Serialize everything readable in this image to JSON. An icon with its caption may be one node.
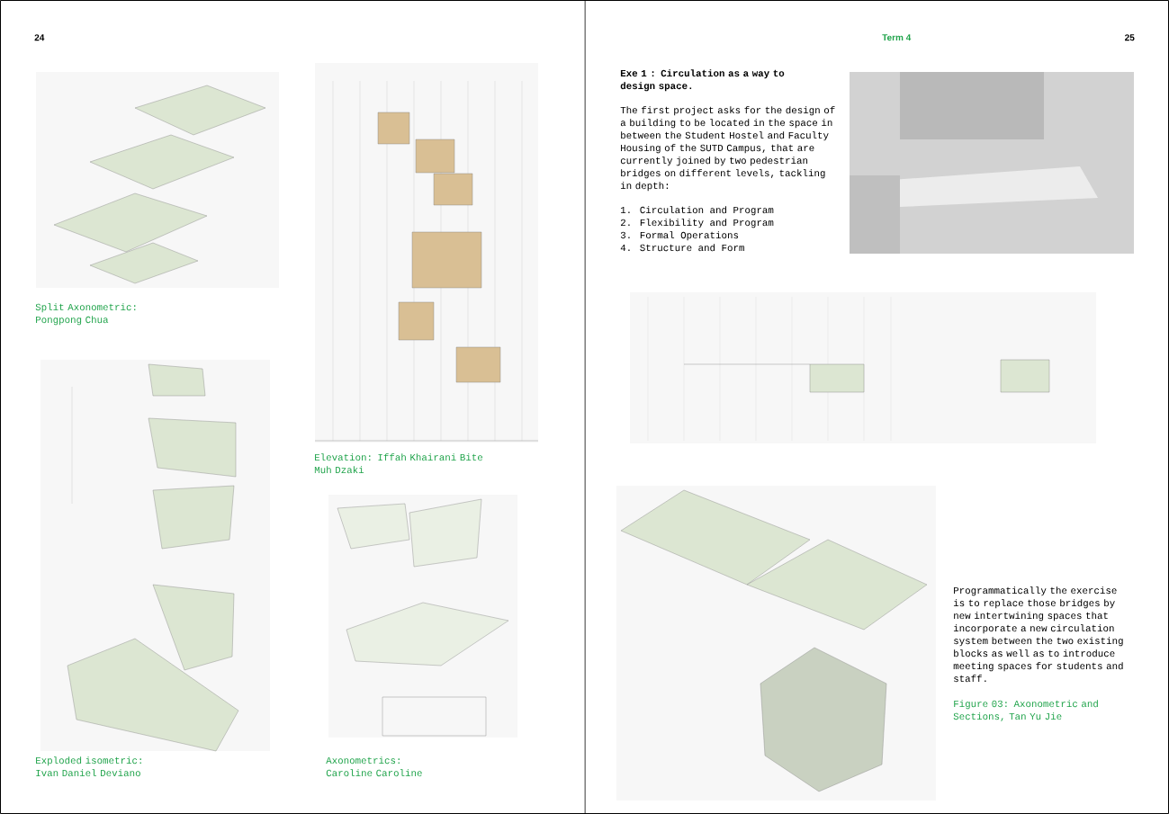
{
  "diagram": {
    "labels": [
      "24",
      "Term 4",
      "25",
      "Split Axonometric: Pongpong Chua",
      "Elevation: Iffah Khairani Bite Muh Dzaki",
      "Exploded isometric: Ivan Daniel Deviano",
      "Axonometrics: Caroline Caroline",
      "Exe 1 : Circulation as a way to design space.",
      "The first project asks for the design of a building to be located in the space in between the Student Hostel and Faculty Housing of the SUTD Campus, that are currently joined by two pedestrian bridges on different levels, tackling in depth:",
      "1. Circulation and Program",
      "2. Flexibility and Program",
      "3. Formal Operations",
      "4. Structure and Form",
      "Programmatically the exercise is to replace those bridges by new intertwining spaces that incorporate a new circulation system between the two existing blocks as well as to introduce meeting spaces for students and staff.",
      "Figure 03: Axonometric and Sections, Tan Yu Jie"
    ]
  }
}
